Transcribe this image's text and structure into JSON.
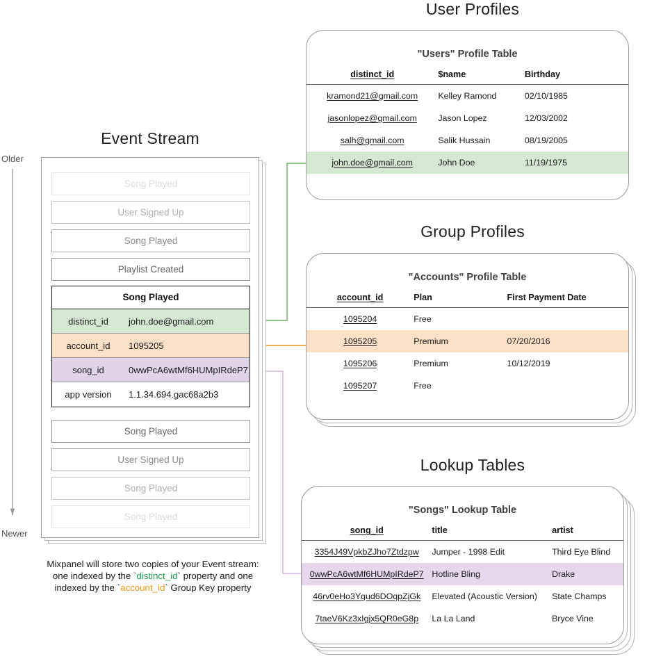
{
  "sections": {
    "event_stream_title": "Event Stream",
    "user_profiles_title": "User Profiles",
    "group_profiles_title": "Group Profiles",
    "lookup_tables_title": "Lookup Tables"
  },
  "timeline": {
    "older_label": "Older",
    "newer_label": "Newer"
  },
  "event_stream": {
    "events_above": [
      {
        "label": "Song Played"
      },
      {
        "label": "User Signed Up"
      },
      {
        "label": "Song Played"
      },
      {
        "label": "Playlist Created"
      }
    ],
    "focused_event": {
      "name": "Song Played",
      "properties": [
        {
          "key": "distinct_id",
          "value": "john.doe@gmail.com",
          "highlight": "green"
        },
        {
          "key": "account_id",
          "value": "1095205",
          "highlight": "orange"
        },
        {
          "key": "song_id",
          "value": "0wwPcA6wtMf6HUMpIRdeP7",
          "highlight": "purple"
        },
        {
          "key": "app version",
          "value": "1.1.34.694.gac68a2b3",
          "highlight": "none"
        }
      ]
    },
    "events_below": [
      {
        "label": "Song Played"
      },
      {
        "label": "User Signed Up"
      },
      {
        "label": "Song Played"
      },
      {
        "label": "Song Played"
      }
    ],
    "caption": {
      "line1": "Mixpanel will store two copies of your Event stream:",
      "line2_pre": "one indexed by the `",
      "line2_token": "distinct_id",
      "line2_post": "` property and one",
      "line3_pre": "indexed by the `",
      "line3_token": "account_id",
      "line3_post": "` Group Key property"
    }
  },
  "users_table": {
    "title": "\"Users\" Profile Table",
    "columns": [
      "distinct_id",
      "$name",
      "Birthday"
    ],
    "rows": [
      {
        "cells": [
          "kramond21@gmail.com",
          "Kelley Ramond",
          "02/10/1985"
        ],
        "highlight": "none"
      },
      {
        "cells": [
          "jasonlopez@gmail.com",
          "Jason Lopez",
          "12/03/2002"
        ],
        "highlight": "none"
      },
      {
        "cells": [
          "salh@gmail.com",
          "Salik Hussain",
          "08/19/2005"
        ],
        "highlight": "none"
      },
      {
        "cells": [
          "john.doe@gmail.com",
          "John Doe",
          "11/19/1975"
        ],
        "highlight": "green"
      }
    ]
  },
  "accounts_table": {
    "title": "\"Accounts\" Profile Table",
    "columns": [
      "account_id",
      "Plan",
      "First Payment Date"
    ],
    "rows": [
      {
        "cells": [
          "1095204",
          "Free",
          ""
        ],
        "highlight": "none"
      },
      {
        "cells": [
          "1095205",
          "Premium",
          "07/20/2016"
        ],
        "highlight": "orange"
      },
      {
        "cells": [
          "1095206",
          "Premium",
          "10/12/2019"
        ],
        "highlight": "none"
      },
      {
        "cells": [
          "1095207",
          "Free",
          ""
        ],
        "highlight": "none"
      }
    ]
  },
  "songs_table": {
    "title": "\"Songs\" Lookup Table",
    "columns": [
      "song_id",
      "title",
      "artist"
    ],
    "rows": [
      {
        "cells": [
          "3354J49VpkbZJho7Ztdzpw",
          "Jumper - 1998 Edit",
          "Third Eye Blind"
        ],
        "highlight": "none"
      },
      {
        "cells": [
          "0wwPcA6wtMf6HUMpIRdeP7",
          "Hotline Bling",
          "Drake"
        ],
        "highlight": "purple"
      },
      {
        "cells": [
          "46rv0eHo3Ygud6DOqpZjGk",
          "Elevated (Acoustic Version)",
          "State Champs"
        ],
        "highlight": "none"
      },
      {
        "cells": [
          "7taeV6Kz3xIgjx5QR0eG8p",
          "La La Land",
          "Bryce Vine"
        ],
        "highlight": "none"
      }
    ]
  },
  "colors": {
    "green": "#6fae6b",
    "orange": "#eb9a2e",
    "purple": "#9b87a8",
    "green_fill": "#d4e8d2",
    "orange_fill": "#fbe0c6",
    "purple_fill": "#e0d4e8",
    "token_green": "#1f9d4d",
    "token_orange": "#f2950d",
    "border_gray": "#9b9b9b"
  }
}
